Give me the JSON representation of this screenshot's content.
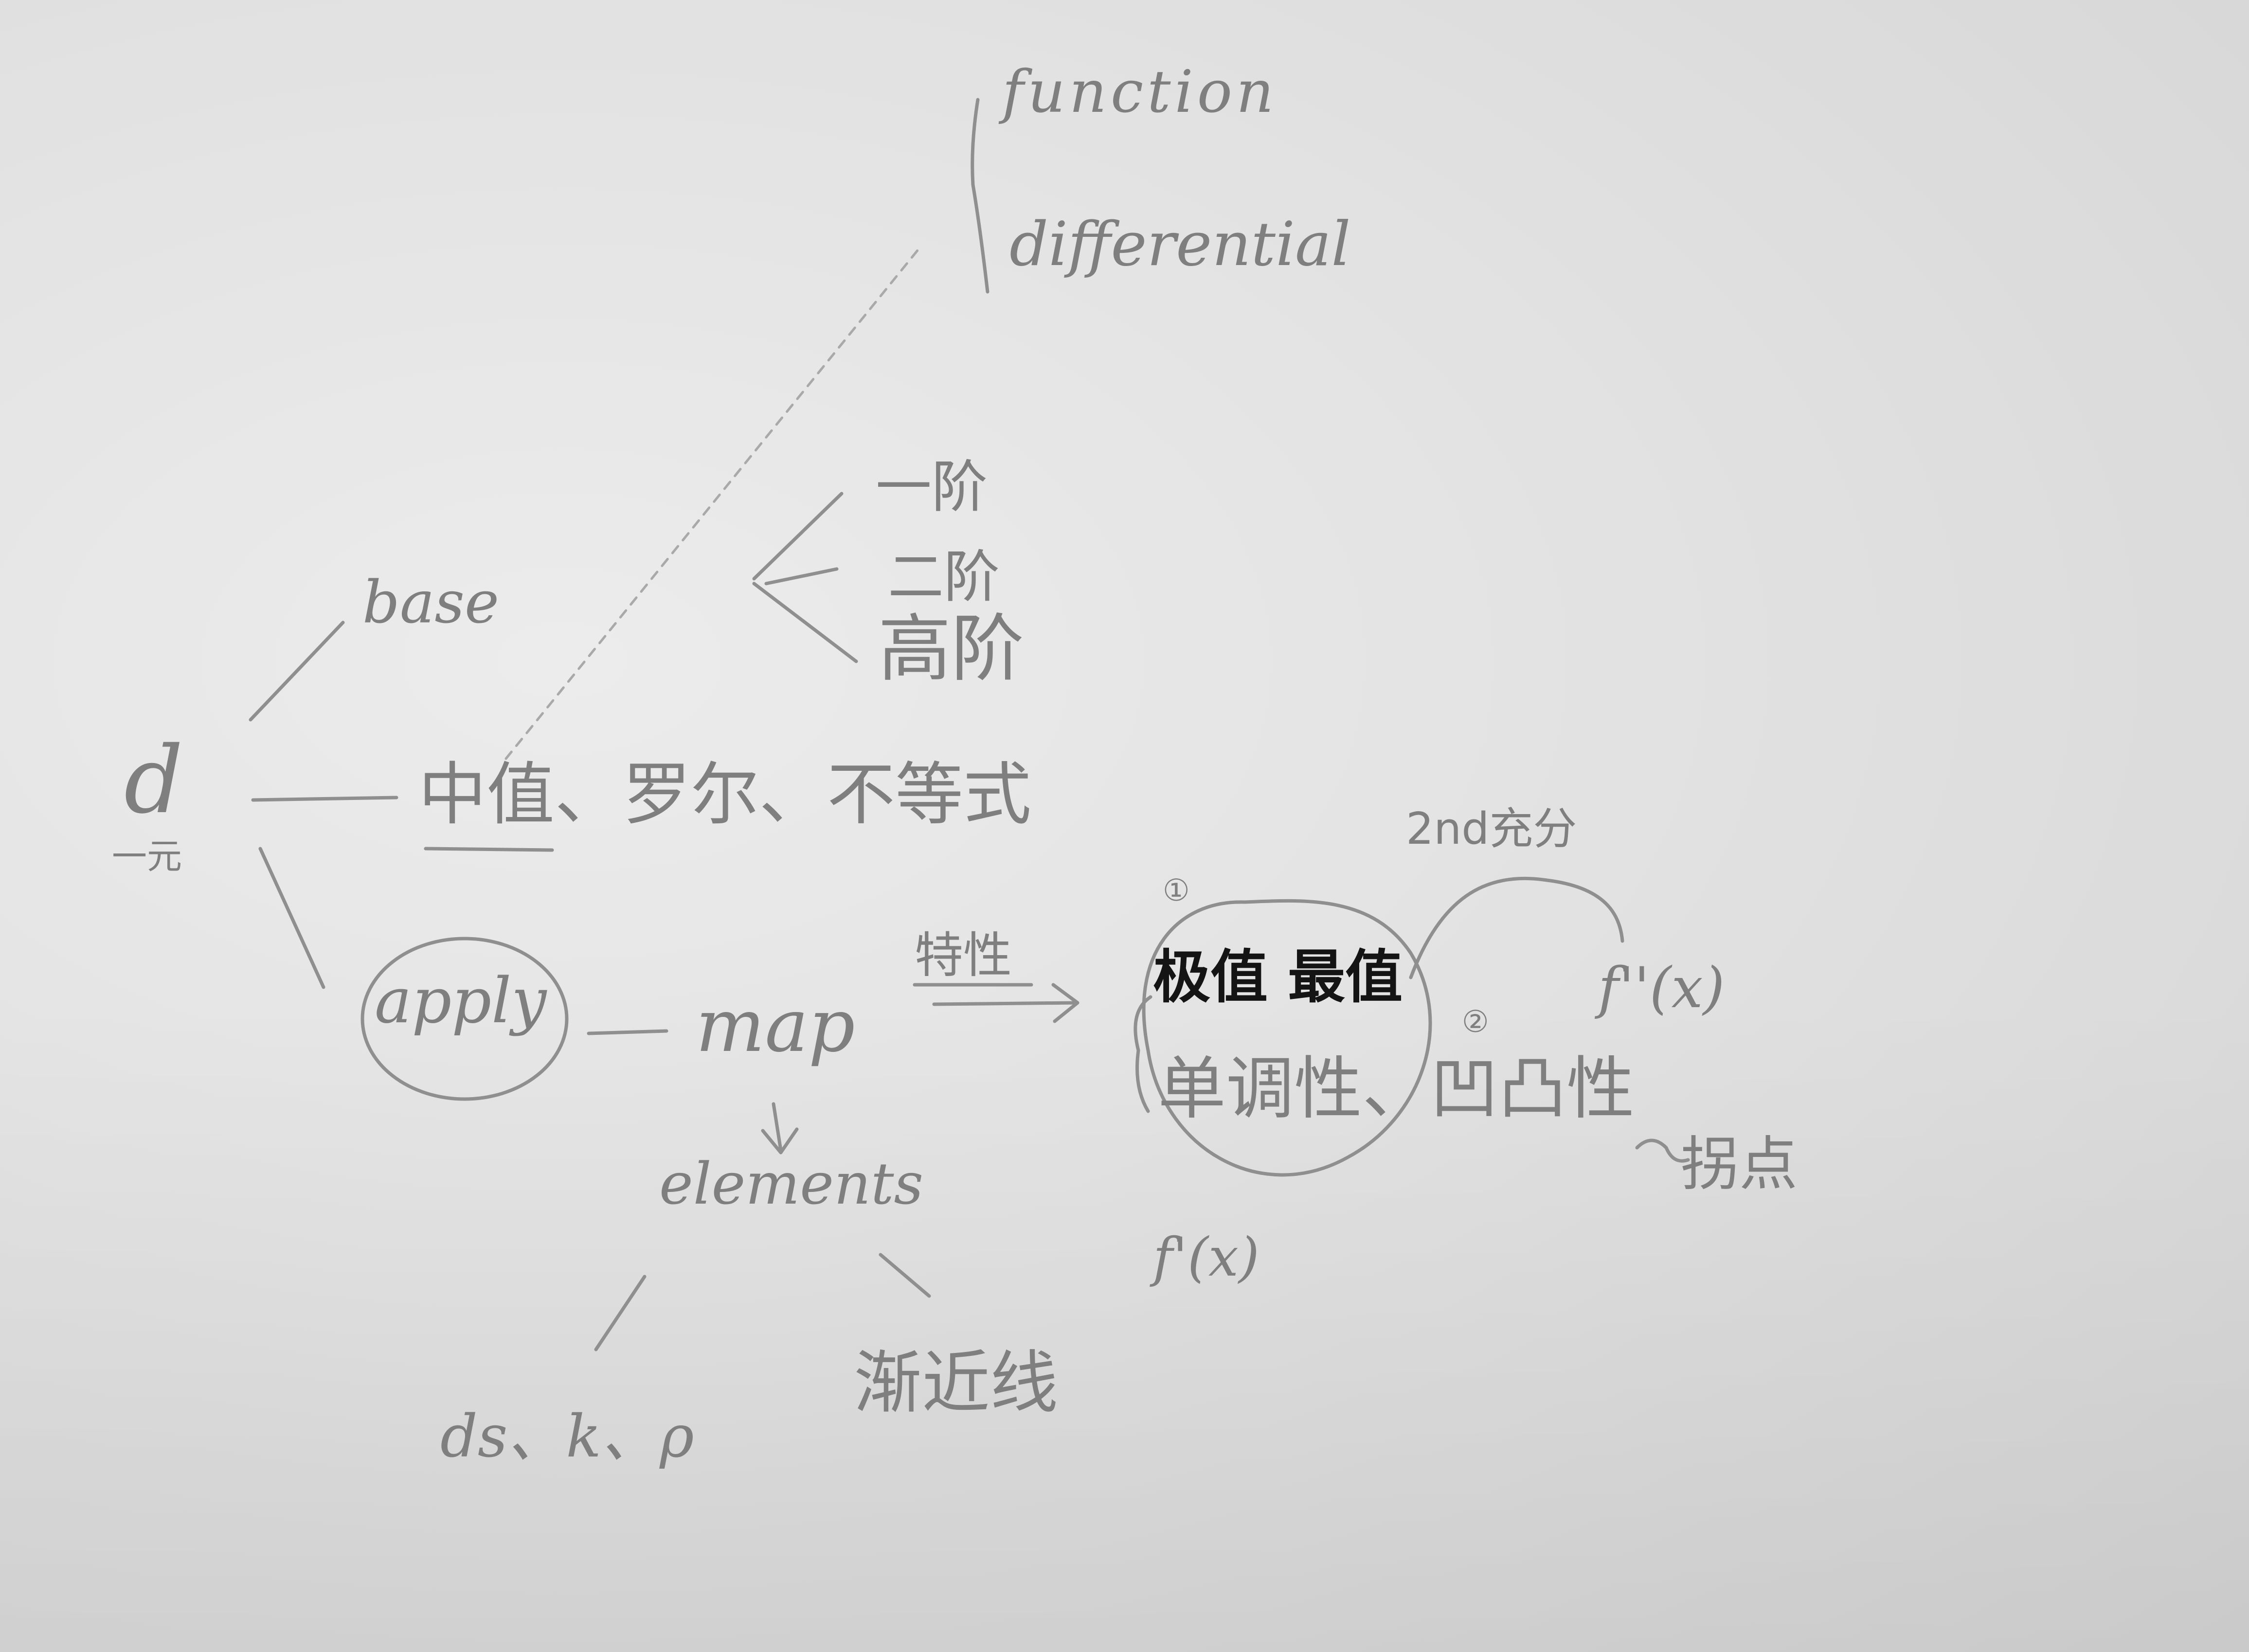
{
  "nodes": {
    "root": "d",
    "root_sub": "一元",
    "base": "base",
    "function": "function",
    "differential": "differential",
    "order_1": "一阶",
    "order_2": "二阶",
    "order_high": "高阶",
    "theorems": "中值、罗尔、不等式",
    "apply": "apply",
    "map": "map",
    "elements": "elements",
    "ds_k_p": "ds、k、ρ",
    "asymptote": "渐近线",
    "property": "特性",
    "extremum": "极值 最值",
    "monotonic_concavity": "单调性、凹凸性",
    "inflection": "拐点",
    "circle_1": "①",
    "circle_2": "②",
    "second_sufficient": "2nd充分",
    "f_prime": "f'(x)",
    "f_double_prime": "f''(x)"
  },
  "colors": {
    "pencil": "#8f8f8f",
    "ink": "#141414",
    "paper": "#e4e4e4"
  }
}
